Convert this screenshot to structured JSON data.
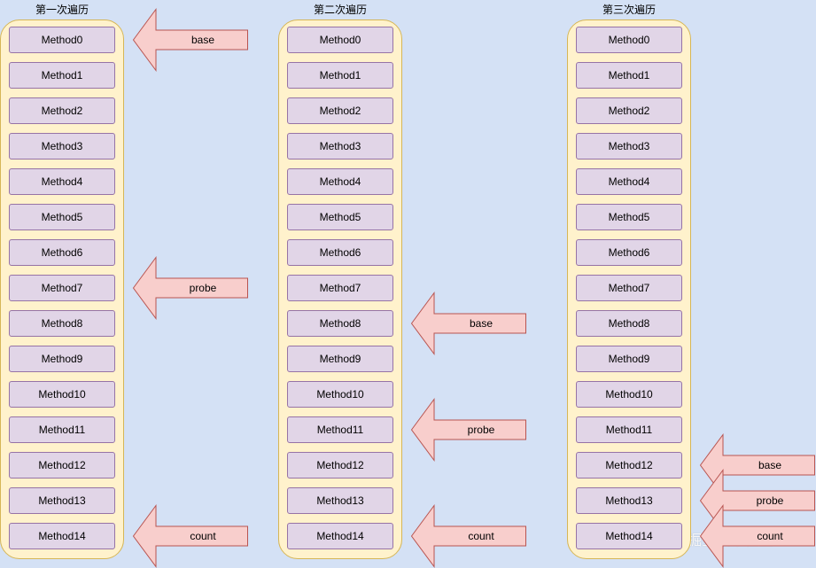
{
  "colors": {
    "background": "#d4e1f5",
    "column_fill": "#fff2cc",
    "column_stroke": "#d6b656",
    "method_fill": "#e1d5e7",
    "method_stroke": "#9673a6",
    "arrow_fill": "#f8cecc",
    "arrow_stroke": "#b85450"
  },
  "columns": [
    {
      "title": "第一次遍历",
      "methods": [
        "Method0",
        "Method1",
        "Method2",
        "Method3",
        "Method4",
        "Method5",
        "Method6",
        "Method7",
        "Method8",
        "Method9",
        "Method10",
        "Method11",
        "Method12",
        "Method13",
        "Method14"
      ],
      "pointers": [
        {
          "label": "base",
          "row": 0
        },
        {
          "label": "probe",
          "row": 7
        },
        {
          "label": "count",
          "row": 14
        }
      ]
    },
    {
      "title": "第二次遍历",
      "methods": [
        "Method0",
        "Method1",
        "Method2",
        "Method3",
        "Method4",
        "Method5",
        "Method6",
        "Method7",
        "Method8",
        "Method9",
        "Method10",
        "Method11",
        "Method12",
        "Method13",
        "Method14"
      ],
      "pointers": [
        {
          "label": "base",
          "row": 8
        },
        {
          "label": "probe",
          "row": 11
        },
        {
          "label": "count",
          "row": 14
        }
      ]
    },
    {
      "title": "第三次遍历",
      "methods": [
        "Method0",
        "Method1",
        "Method2",
        "Method3",
        "Method4",
        "Method5",
        "Method6",
        "Method7",
        "Method8",
        "Method9",
        "Method10",
        "Method11",
        "Method12",
        "Method13",
        "Method14"
      ],
      "pointers": [
        {
          "label": "base",
          "row": 12
        },
        {
          "label": "probe",
          "row": 13
        },
        {
          "label": "count",
          "row": 14
        }
      ]
    }
  ],
  "watermark": "@稀土掘金技术社区"
}
